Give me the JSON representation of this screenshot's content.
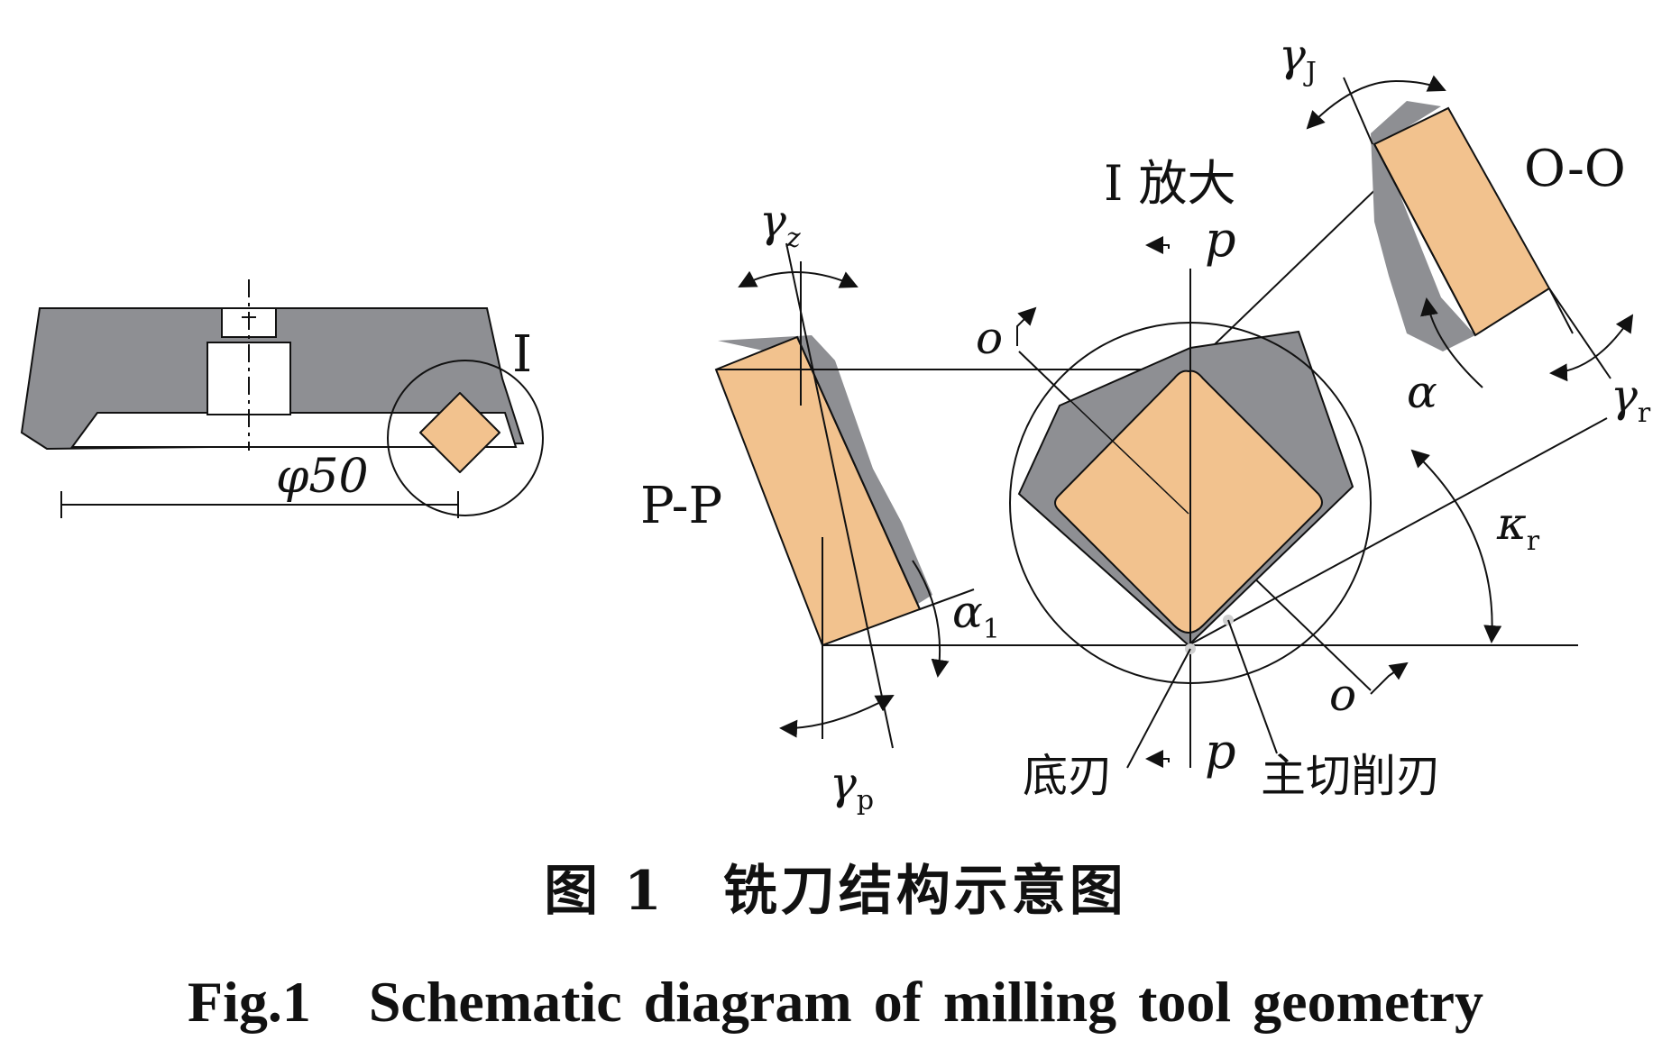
{
  "labels": {
    "section_I": "I",
    "diameter": "φ50",
    "pp": "P-P",
    "enlarge": "I 放大",
    "p_top": "p",
    "p_bottom": "p",
    "o_top": "o",
    "o_bottom": "o",
    "oo": "O-O",
    "gamma": "γ",
    "gamma_z_sub": "z",
    "gamma_p_sub": "p",
    "gamma_J_sub": "J",
    "gamma_r_sub": "r",
    "alpha": "α",
    "alpha1_sub": "1",
    "kappa": "κ",
    "kappa_sub": "r",
    "bottom_edge": "底刃",
    "main_edge": "主切削刃"
  },
  "caption": {
    "cn": "图 1　铣刀结构示意图",
    "en": "Fig.1　Schematic diagram of milling tool geometry"
  },
  "colors": {
    "insert_fill": "#f2c28e",
    "tool_gray": "#8e8f93",
    "line": "#111111"
  }
}
